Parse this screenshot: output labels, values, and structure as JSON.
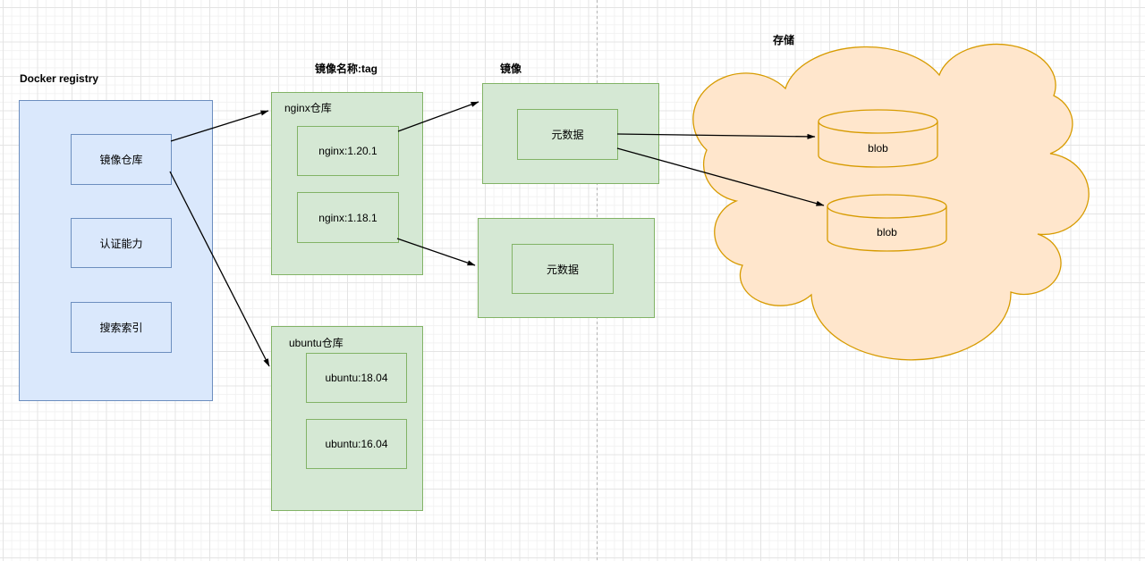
{
  "title_labels": {
    "docker_registry": "Docker registry",
    "image_name_tag": "镜像名称:tag",
    "image": "镜像",
    "storage": "存储"
  },
  "registry_box": {
    "items": [
      {
        "label": "镜像仓库"
      },
      {
        "label": "认证能力"
      },
      {
        "label": "搜索索引"
      }
    ]
  },
  "repos": {
    "nginx": {
      "title": "nginx仓库",
      "tags": [
        {
          "label": "nginx:1.20.1"
        },
        {
          "label": "nginx:1.18.1"
        }
      ]
    },
    "ubuntu": {
      "title": "ubuntu仓库",
      "tags": [
        {
          "label": "ubuntu:18.04"
        },
        {
          "label": "ubuntu:16.04"
        }
      ]
    }
  },
  "images": [
    {
      "metadata_label": "元数据"
    },
    {
      "metadata_label": "元数据"
    }
  ],
  "storage": {
    "blobs": [
      {
        "label": "blob"
      },
      {
        "label": "blob"
      }
    ]
  },
  "colors": {
    "blue_fill": "#dae8fc",
    "blue_stroke": "#6c8ebf",
    "green_fill": "#d5e8d4",
    "green_stroke": "#82b366",
    "orange_fill": "#ffe6cc",
    "orange_stroke": "#d79b00",
    "arrow": "#000000",
    "page_break": "#b5b5b5"
  }
}
